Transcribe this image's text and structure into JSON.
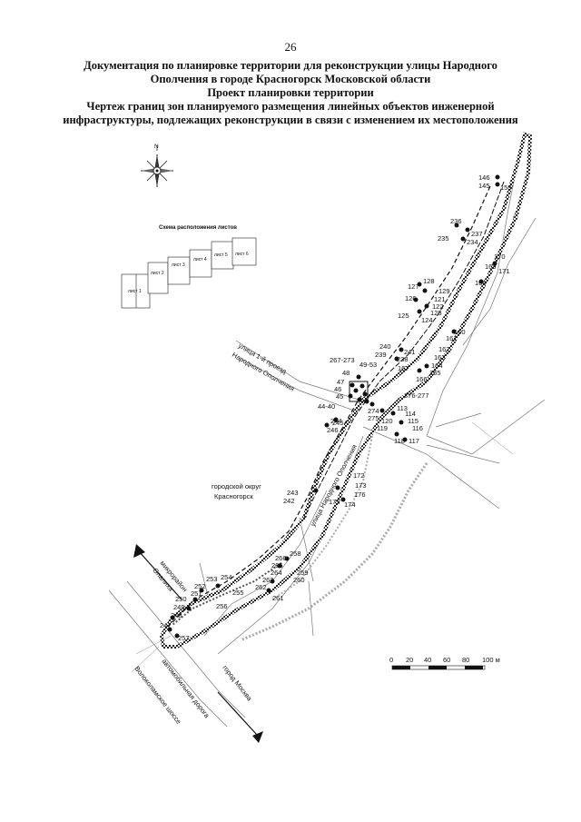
{
  "page_number": "26",
  "title_lines": [
    "Документация по планировке территории для реконструкции улицы Народного",
    "Ополчения в городе Красногорск Московской области",
    "Проект планировки территории",
    "Чертеж границ зон планируемого размещения линейных объектов инженерной",
    "инфраструктуры, подлежащих реконструкции в связи с изменением их местоположения"
  ],
  "compass": {
    "north_label": "N"
  },
  "sheet_scheme": {
    "title": "Схема расположения листов",
    "sheets": [
      "лист 1",
      "лист 2",
      "лист 3",
      "лист 4",
      "лист 5",
      "лист 6"
    ]
  },
  "map_labels": {
    "street_1": "улица 1-й проезд",
    "street_1b": "Народного Ополчения",
    "street_main": "улица Народного Ополчения",
    "district_1": "городской округ",
    "district_2": "Красногорск",
    "microdistrict_1": "микрорайон",
    "microdistrict_2": "Опалиха",
    "highway_1": "автомобильная дорога",
    "highway_2": "Волоколамское шоссе",
    "city_moscow": "город Москва"
  },
  "point_labels": [
    "146",
    "145",
    "159",
    "236",
    "235",
    "237",
    "234",
    "170",
    "169",
    "171",
    "168",
    "127",
    "128",
    "129",
    "126",
    "121",
    "122",
    "123",
    "125",
    "124",
    "160",
    "161",
    "240",
    "239",
    "241",
    "238",
    "162",
    "163",
    "167",
    "164",
    "165",
    "166",
    "267-273",
    "49-53",
    "48",
    "47",
    "46",
    "45",
    "276-277",
    "44-40",
    "113",
    "274",
    "275",
    "114",
    "115",
    "120",
    "116",
    "119",
    "118",
    "117",
    "244",
    "245",
    "246",
    "172",
    "173",
    "176",
    "175",
    "174",
    "243",
    "242",
    "266",
    "258",
    "265",
    "259",
    "264",
    "260",
    "263",
    "262",
    "261",
    "253",
    "254",
    "252",
    "251",
    "255",
    "250",
    "256",
    "249",
    "248",
    "247",
    "257"
  ],
  "scale_bar": {
    "ticks": [
      "0",
      "20",
      "40",
      "60",
      "80",
      "100 м"
    ]
  }
}
